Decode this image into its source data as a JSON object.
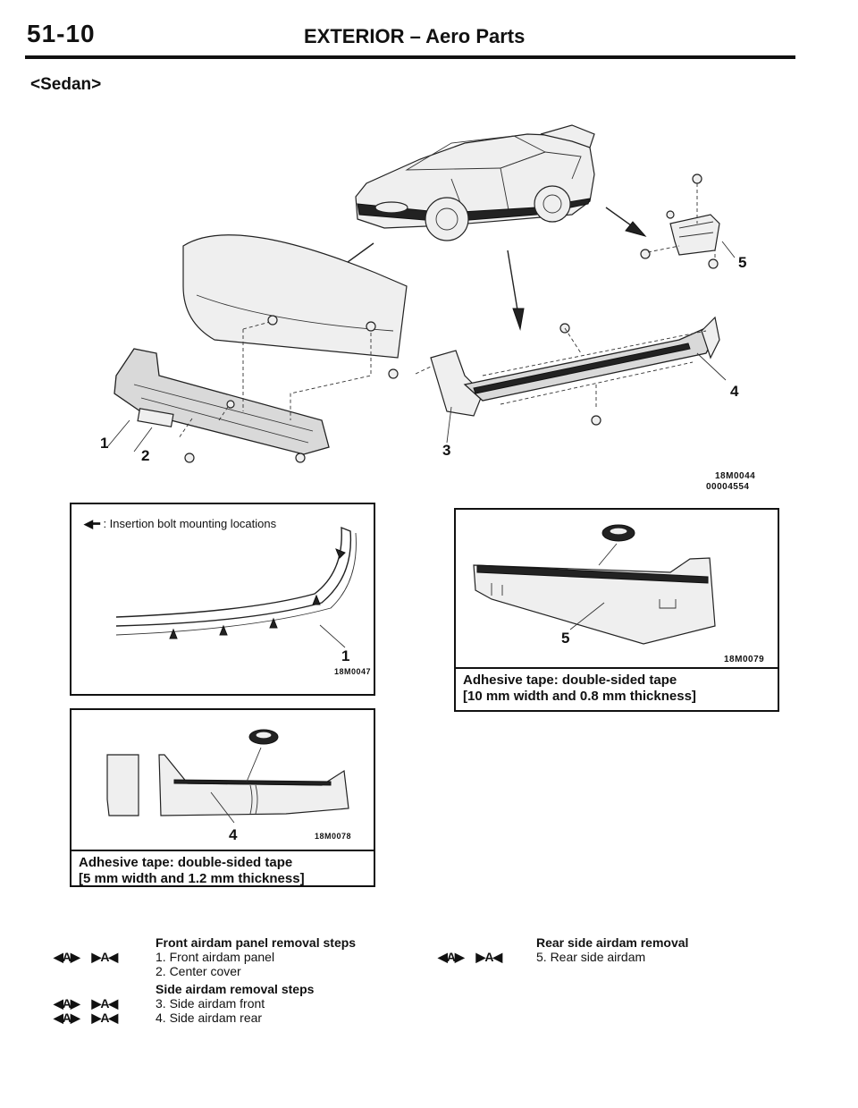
{
  "header": {
    "page_number": "51-10",
    "title": "EXTERIOR – Aero Parts"
  },
  "subtitle": "<Sedan>",
  "main_figure": {
    "callouts": [
      "1",
      "2",
      "3",
      "4",
      "5"
    ],
    "refs": [
      "18M0044",
      "00004554"
    ]
  },
  "figure_front": {
    "legend": ": Insertion bolt mounting locations",
    "callout": "1",
    "ref": "18M0047"
  },
  "figure_side_rear": {
    "callout": "4",
    "ref": "18M0078",
    "caption_line1": "Adhesive tape: double-sided tape",
    "caption_line2": "[5 mm width and 1.2 mm thickness]"
  },
  "figure_rear_side": {
    "callout": "5",
    "ref": "18M0079",
    "caption_line1": "Adhesive tape: double-sided tape",
    "caption_line2": "[10 mm width and 0.8 mm thickness]"
  },
  "steps": {
    "front_head": "Front airdam panel removal steps",
    "front_items": [
      "1. Front airdam panel",
      "2. Center cover"
    ],
    "side_head": "Side airdam removal steps",
    "side_items": [
      "3. Side airdam front",
      "4. Side airdam rear"
    ],
    "rear_head": "Rear side airdam removal",
    "rear_items": [
      "5. Rear side airdam"
    ],
    "mark_a": "◀A▶",
    "mark_b": "▶A◀"
  }
}
